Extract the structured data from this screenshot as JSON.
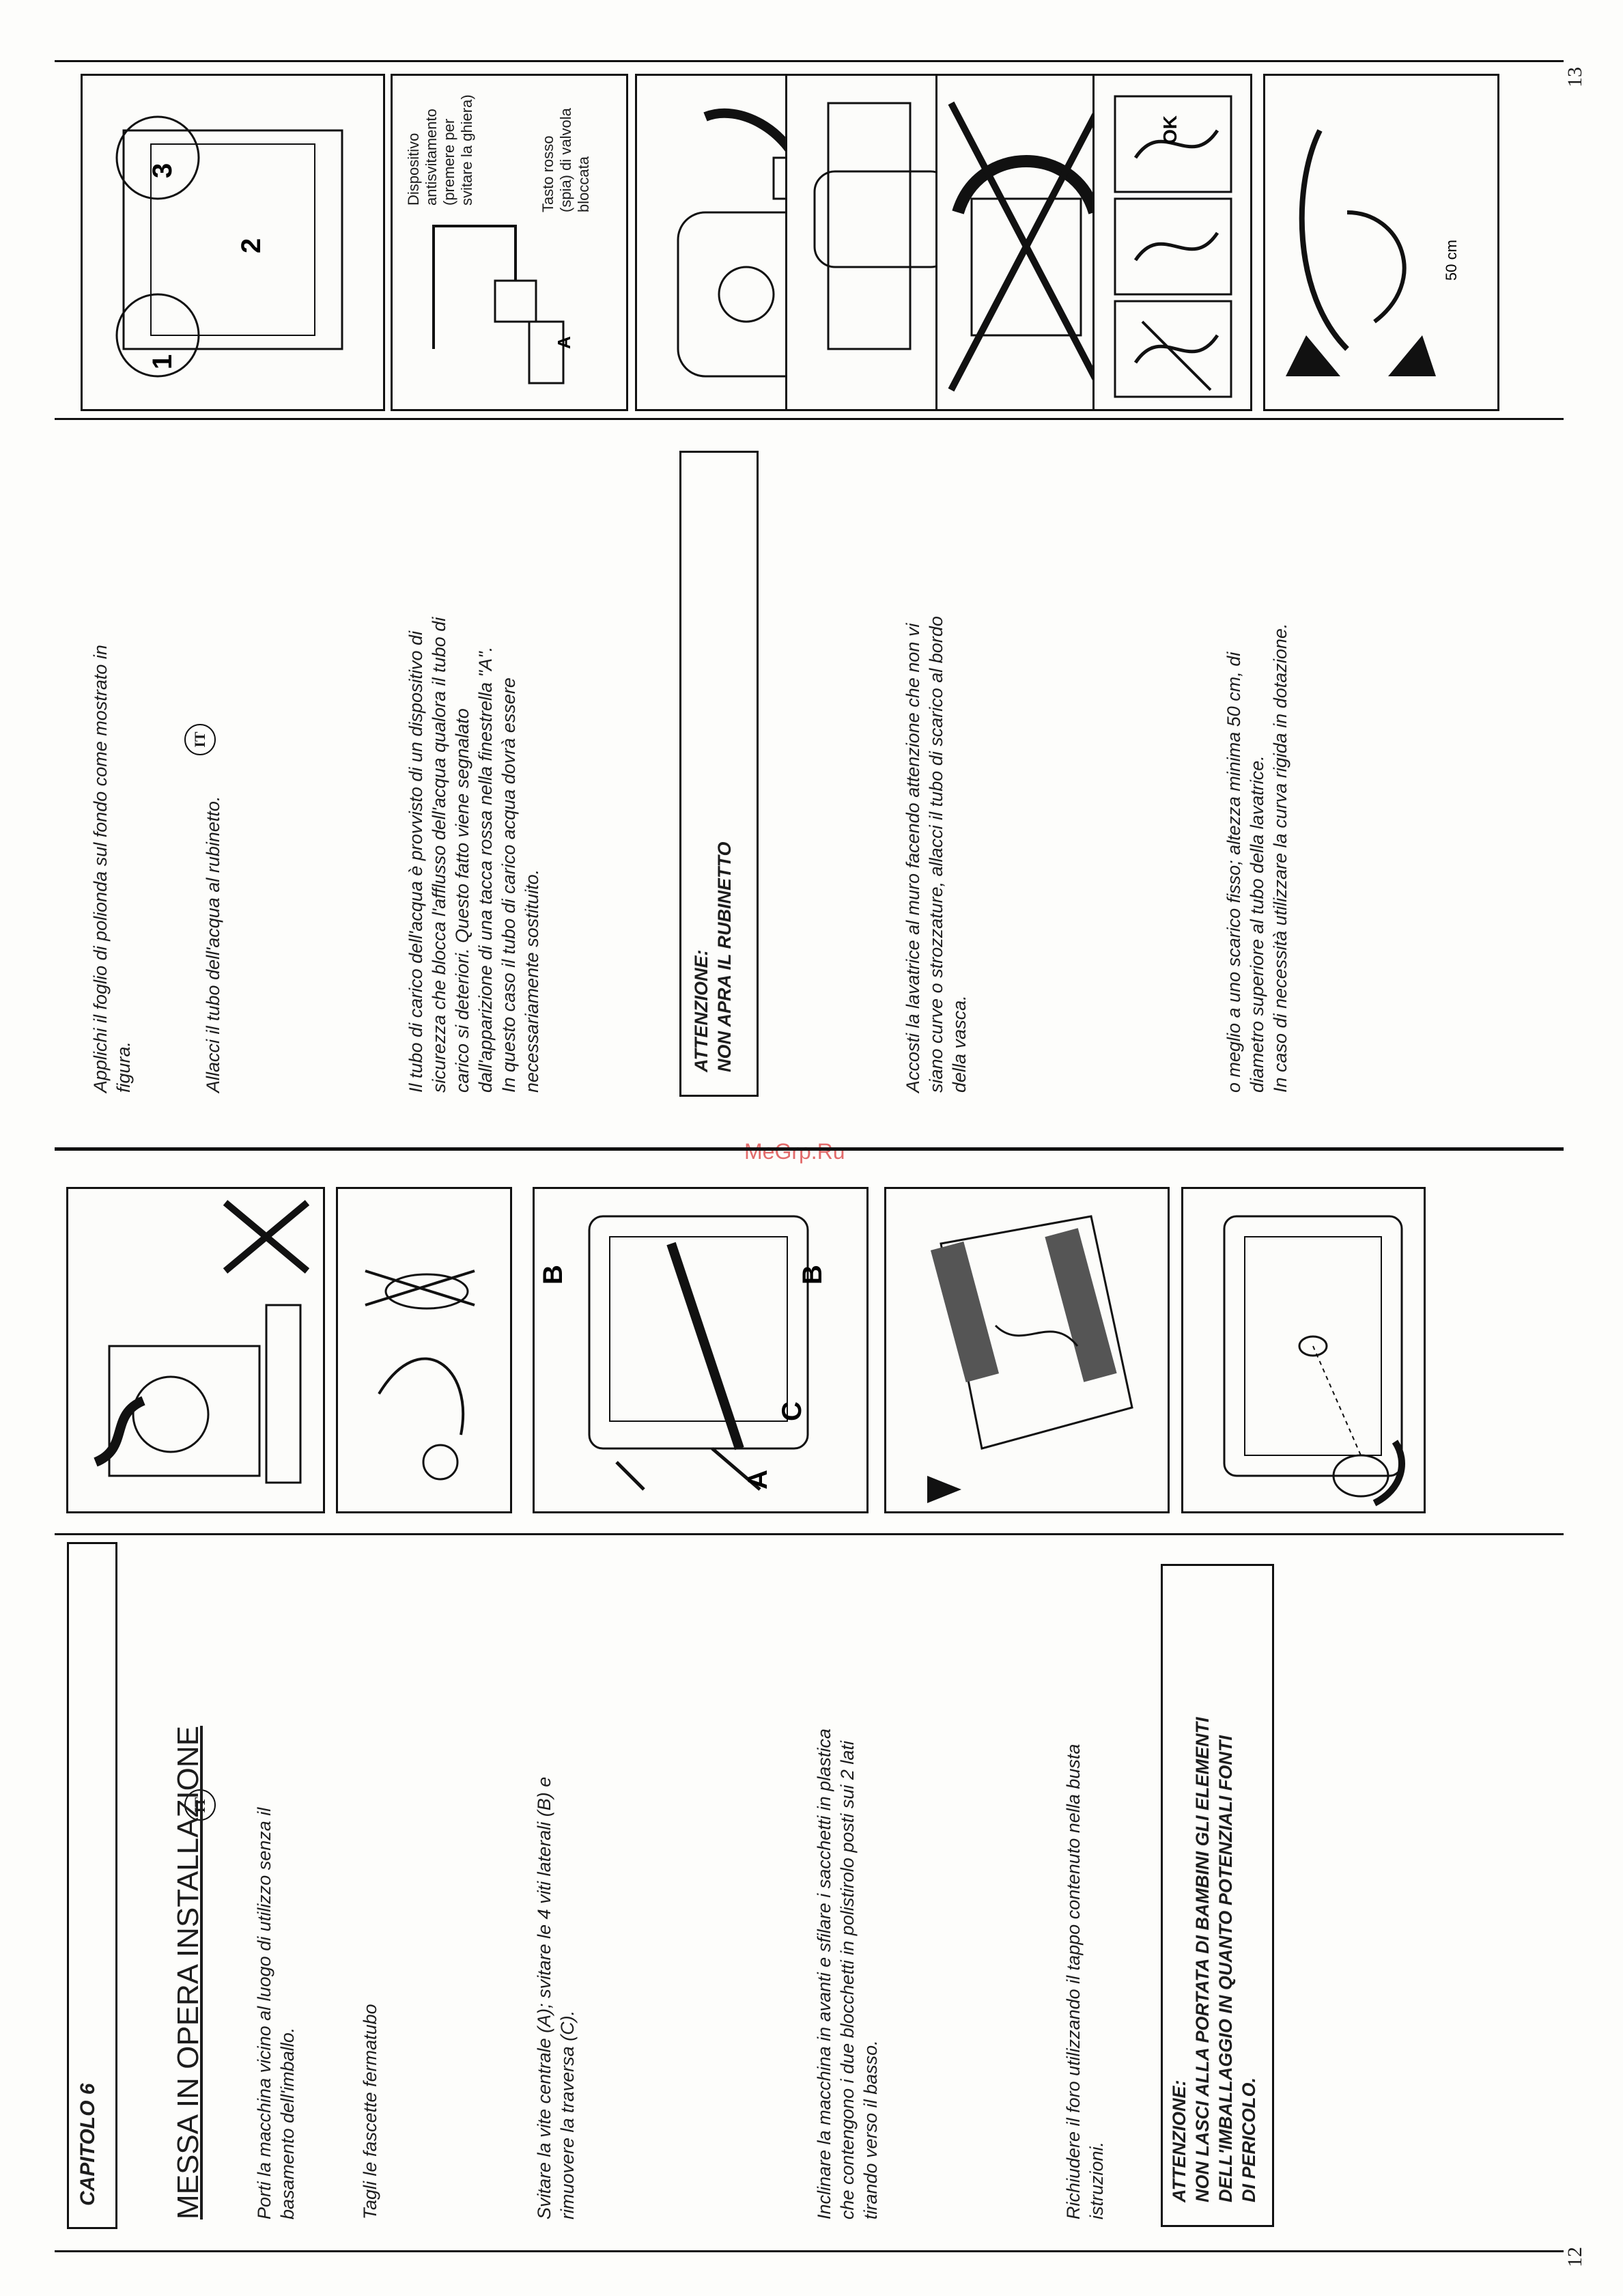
{
  "page_numbers": {
    "left": "12",
    "right": "13"
  },
  "language_badge": "IT",
  "watermark": "MeGrp.Ru",
  "left": {
    "chapter": "CAPITOLO 6",
    "heading": "MESSA IN OPERA INSTALLAZIONE",
    "p1": "Porti la macchina vicino al luogo di utilizzo senza il\nbasamento dell'imballo.",
    "p2": "Tagli le fascette fermatubo",
    "p3": "Svitare la vite centrale (A); svitare le 4 viti laterali (B) e\nrimuovere la traversa (C).",
    "p4": "Inclinare la macchina in avanti e sfilare i sacchetti in plastica\nche contengono i due blocchetti in polistirolo posti sui 2 lati\ntirando verso il basso.",
    "p5": "Richiudere il foro utilizzando il tappo contenuto nella busta\nistruzioni.",
    "warning": "ATTENZIONE:\nNON LASCI ALLA PORTATA DI BAMBINI GLI ELEMENTI\nDELL'IMBALLAGGIO IN QUANTO POTENZIALI FONTI\nDI PERICOLO.",
    "fig_labels": {
      "a": "A",
      "b1": "B",
      "b2": "B",
      "c": "C"
    }
  },
  "right": {
    "p1": "Applichi il foglio di polionda sul fondo come mostrato in\nfigura.",
    "p2": "Allacci il tubo dell'acqua al rubinetto.",
    "p3": "Il tubo di carico dell'acqua è provvisto di un dispositivo di\nsicurezza che blocca l'afflusso dell'acqua qualora il tubo di\ncarico si deteriori. Questo fatto viene segnalato\ndall'apparizione di una tacca rossa nella finestrella \"A\".\nIn questo caso il tubo di carico acqua dovrà essere\nnecessariamente sostituito.",
    "warning": "ATTENZIONE:\nNON APRA IL RUBINETTO",
    "p4": "Accosti la lavatrice al muro facendo attenzione che non vi\nsiano curve o strozzature, allacci il tubo di scarico al bordo\ndella vasca.",
    "p5": "o meglio a uno scarico fisso; altezza minima 50 cm, di\ndiametro superiore al tubo della lavatrice.\nIn caso di necessità utilizzare la curva rigida in dotazione.",
    "fig_device_label": "Dispositivo\nantisvitamento\n(premere per\nsvitare la ghiera)",
    "fig_button_label": "Tasto rosso\n(spia) di valvola\nbloccata",
    "fig_a_label": "A",
    "fig_steps": [
      "1",
      "2",
      "3"
    ],
    "fig_ok": "OK",
    "fig_height": "50 cm"
  }
}
